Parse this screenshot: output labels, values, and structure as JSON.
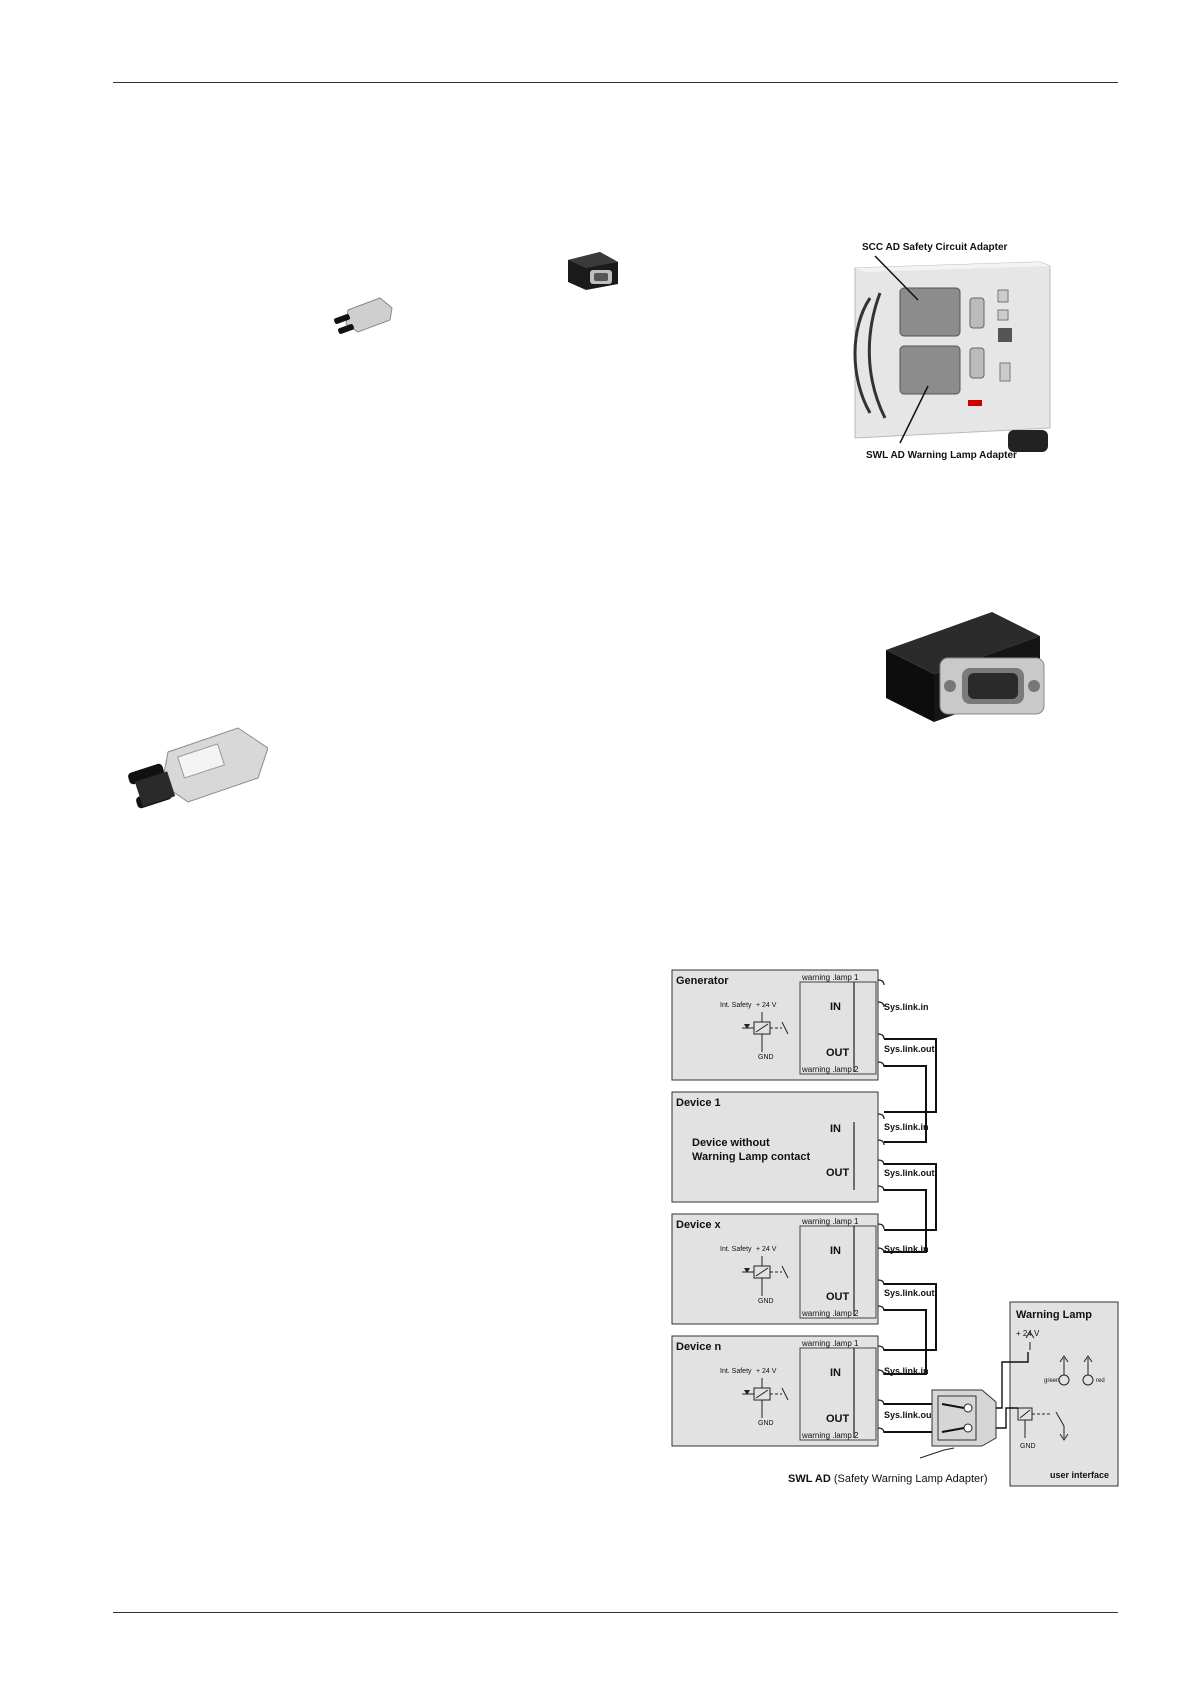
{
  "photo": {
    "scc_label": "SCC AD Safety Circuit Adapter",
    "swl_label": "SWL AD Warning Lamp Adapter"
  },
  "diagram": {
    "generator": {
      "title": "Generator",
      "int_safety": "Int. Safety",
      "v24": "+ 24 V",
      "gnd": "GND",
      "in": "IN",
      "out": "OUT",
      "warning_lamp_1": "warning .lamp 1",
      "warning_lamp_2": "warning .lamp 2",
      "sys_in": "Sys.link.in",
      "sys_out": "Sys.link.out"
    },
    "device1": {
      "title": "Device 1",
      "desc_line1": "Device without",
      "desc_line2": "Warning Lamp contact",
      "in": "IN",
      "out": "OUT",
      "sys_in": "Sys.link.in",
      "sys_out": "Sys.link.out"
    },
    "devicex": {
      "title": "Device x",
      "int_safety": "Int. Safety",
      "v24": "+ 24 V",
      "gnd": "GND",
      "in": "IN",
      "out": "OUT",
      "warning_lamp_1": "warning .lamp 1",
      "warning_lamp_2": "warning .lamp 2",
      "sys_in": "Sys.link.in",
      "sys_out": "Sys.link.out"
    },
    "devicen": {
      "title": "Device n",
      "int_safety": "Int. Safety",
      "v24": "+ 24 V",
      "gnd": "GND",
      "in": "IN",
      "out": "OUT",
      "warning_lamp_1": "warning .lamp 1",
      "warning_lamp_2": "warning .lamp 2",
      "sys_in": "Sys.link.in",
      "sys_out": "Sys.link.out"
    },
    "warning_lamp": {
      "title": "Warning Lamp",
      "v24": "+ 24 V",
      "green": "green",
      "red": "red",
      "gnd": "GND",
      "user_interface": "user interface"
    },
    "caption_bold": "SWL AD",
    "caption_rest": " (Safety Warning Lamp Adapter)"
  },
  "colors": {
    "box_fill": "#e2e2e2",
    "line": "#222222"
  }
}
